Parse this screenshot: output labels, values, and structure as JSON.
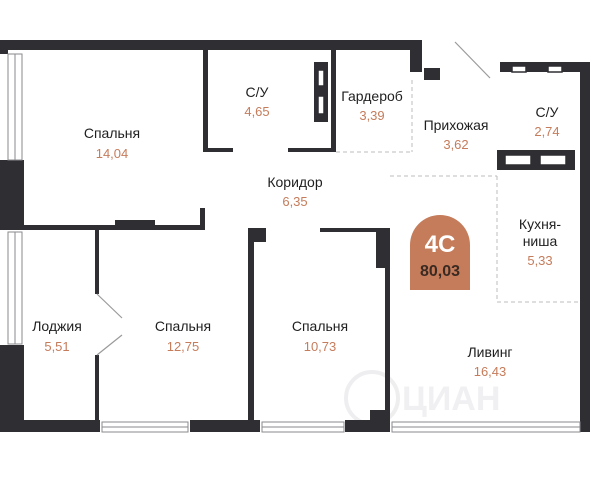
{
  "colors": {
    "wall": "#2f2f33",
    "area_text": "#c57c5b",
    "badge": "#c57c5b",
    "badge_text": "#ffffff",
    "dash": "#bcbcbc",
    "window": "#d9d9d9"
  },
  "badge": {
    "code": "4С",
    "area": "80,03"
  },
  "rooms": {
    "bedroom_top_left": {
      "name": "Спальня",
      "area": "14,04"
    },
    "bathroom_1": {
      "name": "С/У",
      "area": "4,65"
    },
    "wardrobe": {
      "name": "Гардероб",
      "area": "3,39"
    },
    "hallway": {
      "name": "Прихожая",
      "area": "3,62"
    },
    "bathroom_2": {
      "name": "С/У",
      "area": "2,74"
    },
    "corridor": {
      "name": "Коридор",
      "area": "6,35"
    },
    "kitchen_niche": {
      "name_line1": "Кухня-",
      "name_line2": "ниша",
      "area": "5,33"
    },
    "loggia": {
      "name": "Лоджия",
      "area": "5,51"
    },
    "bedroom_middle": {
      "name": "Спальня",
      "area": "12,75"
    },
    "bedroom_right": {
      "name": "Спальня",
      "area": "10,73"
    },
    "living": {
      "name": "Ливинг",
      "area": "16,43"
    }
  }
}
